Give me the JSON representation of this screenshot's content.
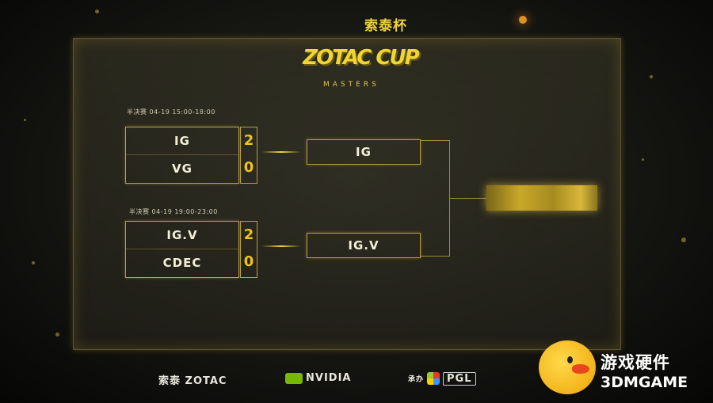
{
  "logo": {
    "cn": "索泰杯",
    "main": "ZOTAC CUP",
    "sub": "MASTERS"
  },
  "matches": [
    {
      "time": "半决赛 04-19 15:00-18:00",
      "team1": "IG",
      "score1": "2",
      "team2": "VG",
      "score2": "0",
      "winner": "IG"
    },
    {
      "time": "半决赛 04-19 19:00-23:00",
      "team1": "IG.V",
      "score1": "2",
      "team2": "CDEC",
      "score2": "0",
      "winner": "IG.V"
    }
  ],
  "final": {
    "label": ""
  },
  "sponsors": {
    "zotac": "索泰 ZOTAC",
    "nvidia": "NVIDIA",
    "pgl_prefix": "承办",
    "pgl": "PGL"
  },
  "watermark": {
    "cn": "游戏硬件",
    "en": "3DMGAME"
  },
  "colors": {
    "accent": "#f0c21c",
    "border": "#b8a040",
    "nvidia": "#76b900"
  }
}
